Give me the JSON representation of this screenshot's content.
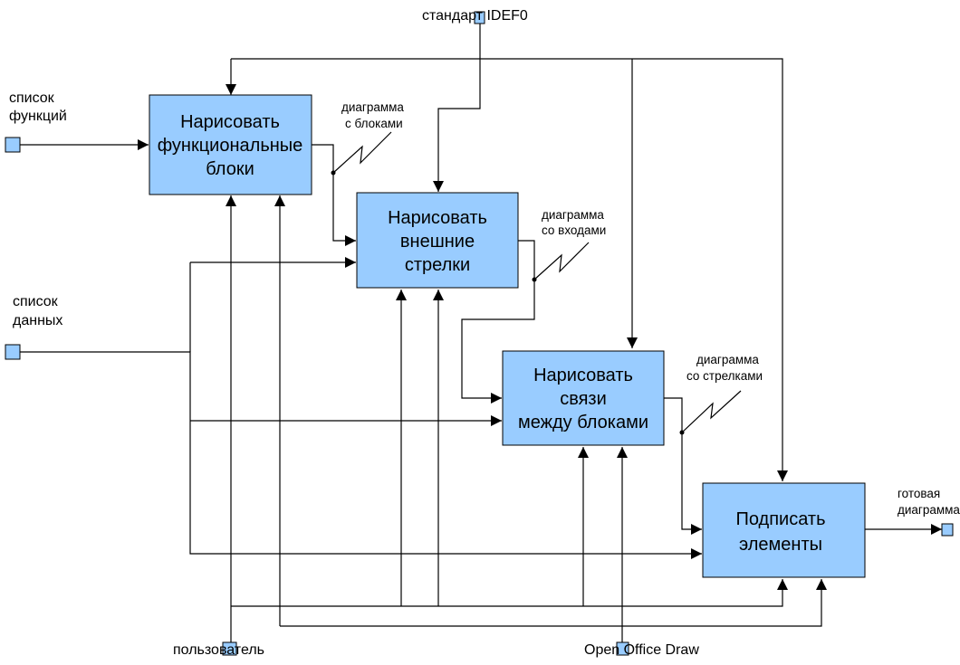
{
  "blocks": [
    {
      "id": "b1",
      "lines": [
        "Нарисовать",
        "функциональные",
        "блоки"
      ]
    },
    {
      "id": "b2",
      "lines": [
        "Нарисовать",
        "внешние",
        "стрелки"
      ]
    },
    {
      "id": "b3",
      "lines": [
        "Нарисовать",
        "связи",
        "между блоками"
      ]
    },
    {
      "id": "b4",
      "lines": [
        "Подписать",
        "элементы"
      ]
    }
  ],
  "inputs": {
    "functions": [
      "список",
      "функций"
    ],
    "data": [
      "список",
      "данных"
    ]
  },
  "control": {
    "standard": "стандарт IDEF0"
  },
  "mechanisms": {
    "user": "пользователь",
    "tool": "Open Office Draw"
  },
  "output": {
    "result": [
      "готовая",
      "диаграмма"
    ]
  },
  "intermediate": {
    "with_blocks": [
      "диаграмма",
      "с блоками"
    ],
    "with_inputs": [
      "диаграмма",
      "со входами"
    ],
    "with_arrows": [
      "диаграмма",
      "со стрелками"
    ]
  }
}
